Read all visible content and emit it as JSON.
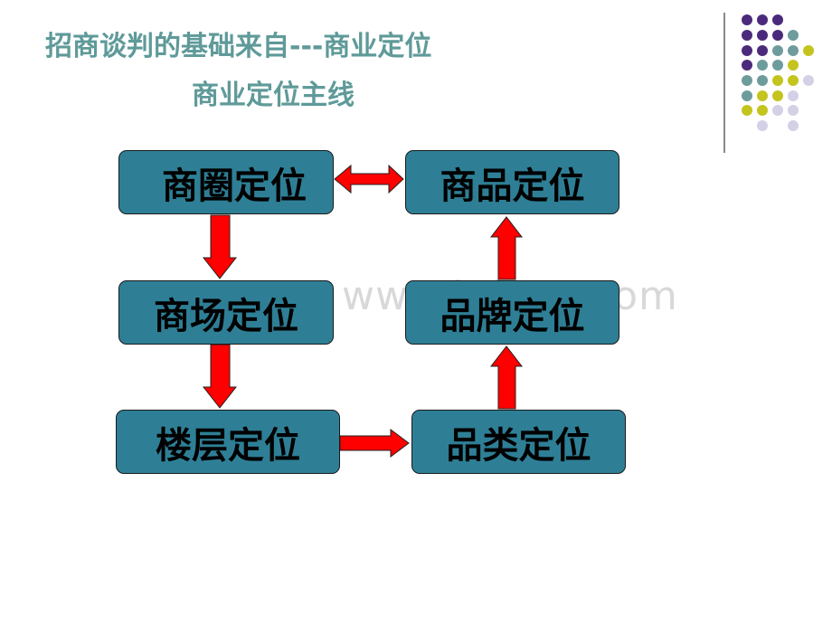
{
  "slide": {
    "title": "招商谈判的基础来自---商业定位",
    "subtitle": "商业定位主线",
    "watermark": "www.bdocx.com"
  },
  "flow": {
    "box_color": "#2e7f96",
    "arrow_color": "#ff0000",
    "nodes": [
      {
        "id": "shangquan",
        "label": "商圈定位"
      },
      {
        "id": "shangpin",
        "label": "商品定位"
      },
      {
        "id": "shangchang",
        "label": "商场定位"
      },
      {
        "id": "pinpai",
        "label": "品牌定位"
      },
      {
        "id": "louceng",
        "label": "楼层定位"
      },
      {
        "id": "pinlei",
        "label": "品类定位"
      }
    ],
    "edges": [
      {
        "from": "商圈定位",
        "to": "商品定位",
        "bidirectional": true
      },
      {
        "from": "商圈定位",
        "to": "商场定位"
      },
      {
        "from": "商场定位",
        "to": "楼层定位"
      },
      {
        "from": "楼层定位",
        "to": "品类定位"
      },
      {
        "from": "品类定位",
        "to": "品牌定位"
      },
      {
        "from": "品牌定位",
        "to": "商品定位"
      }
    ]
  },
  "decor": {
    "dot_colors": {
      "purple": "#4b2a7b",
      "teal": "#6e9c9c",
      "olive": "#c4c41e",
      "lavender": "#d4d0e6"
    }
  }
}
